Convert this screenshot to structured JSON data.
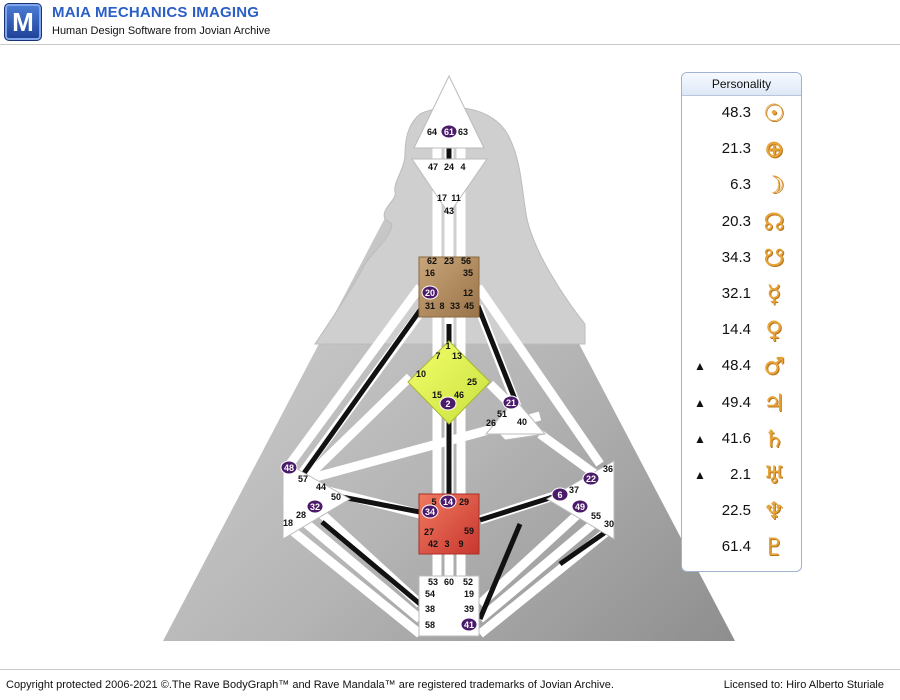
{
  "header": {
    "logo_letter": "M",
    "title": "MAIA MECHANICS IMAGING",
    "subtitle": "Human Design Software from Jovian Archive"
  },
  "footer": {
    "copyright": "Copyright protected 2006-2021 ©.The Rave BodyGraph™ and Rave Mandala™ are registered trademarks of Jovian Archive.",
    "license": "Licensed to: Hiro Alberto Sturiale"
  },
  "personality": {
    "title": "Personality",
    "rows": [
      {
        "value": "48.3",
        "marker": "",
        "glyph": "☉",
        "icon": "sun-icon"
      },
      {
        "value": "21.3",
        "marker": "",
        "glyph": "⊕",
        "icon": "earth-icon"
      },
      {
        "value": "6.3",
        "marker": "",
        "glyph": "☽",
        "icon": "moon-icon"
      },
      {
        "value": "20.3",
        "marker": "",
        "glyph": "☊",
        "icon": "north-node-icon"
      },
      {
        "value": "34.3",
        "marker": "",
        "glyph": "☋",
        "icon": "south-node-icon"
      },
      {
        "value": "32.1",
        "marker": "",
        "glyph": "☿",
        "icon": "mercury-icon"
      },
      {
        "value": "14.4",
        "marker": "",
        "glyph": "♀",
        "icon": "venus-icon"
      },
      {
        "value": "48.4",
        "marker": "▲",
        "glyph": "♂",
        "icon": "mars-icon"
      },
      {
        "value": "49.4",
        "marker": "▲",
        "glyph": "♃",
        "icon": "jupiter-icon"
      },
      {
        "value": "41.6",
        "marker": "▲",
        "glyph": "♄",
        "icon": "saturn-icon"
      },
      {
        "value": "2.1",
        "marker": "▲",
        "glyph": "♅",
        "icon": "uranus-icon"
      },
      {
        "value": "22.5",
        "marker": "",
        "glyph": "♆",
        "icon": "neptune-icon"
      },
      {
        "value": "61.4",
        "marker": "",
        "glyph": "♇",
        "icon": "pluto-icon"
      }
    ]
  },
  "bodygraph": {
    "colors": {
      "head": "#ffffff",
      "ajna": "#ffffff",
      "throat": "#b08a5a",
      "g_center": "#dff04a",
      "ego": "#ffffff",
      "spleen": "#ffffff",
      "solar_plexus": "#ffffff",
      "sacral": "#e0564a",
      "root": "#ffffff",
      "active_gate": "#4b1a6b",
      "defined_channel": "#111111"
    },
    "gates": [
      {
        "n": "64",
        "active": false
      },
      {
        "n": "61",
        "active": true
      },
      {
        "n": "63",
        "active": false
      },
      {
        "n": "47",
        "active": false
      },
      {
        "n": "24",
        "active": false
      },
      {
        "n": "4",
        "active": false
      },
      {
        "n": "17",
        "active": false
      },
      {
        "n": "11",
        "active": false
      },
      {
        "n": "43",
        "active": false
      },
      {
        "n": "62",
        "active": false
      },
      {
        "n": "23",
        "active": false
      },
      {
        "n": "56",
        "active": false
      },
      {
        "n": "16",
        "active": false
      },
      {
        "n": "35",
        "active": false
      },
      {
        "n": "20",
        "active": true
      },
      {
        "n": "12",
        "active": false
      },
      {
        "n": "31",
        "active": false
      },
      {
        "n": "8",
        "active": false
      },
      {
        "n": "33",
        "active": false
      },
      {
        "n": "45",
        "active": false
      },
      {
        "n": "1",
        "active": false
      },
      {
        "n": "7",
        "active": false
      },
      {
        "n": "13",
        "active": false
      },
      {
        "n": "10",
        "active": false
      },
      {
        "n": "25",
        "active": false
      },
      {
        "n": "15",
        "active": false
      },
      {
        "n": "46",
        "active": false
      },
      {
        "n": "2",
        "active": true
      },
      {
        "n": "21",
        "active": true
      },
      {
        "n": "51",
        "active": false
      },
      {
        "n": "26",
        "active": false
      },
      {
        "n": "40",
        "active": false
      },
      {
        "n": "48",
        "active": true
      },
      {
        "n": "57",
        "active": false
      },
      {
        "n": "44",
        "active": false
      },
      {
        "n": "50",
        "active": false
      },
      {
        "n": "32",
        "active": true
      },
      {
        "n": "28",
        "active": false
      },
      {
        "n": "18",
        "active": false
      },
      {
        "n": "36",
        "active": false
      },
      {
        "n": "22",
        "active": true
      },
      {
        "n": "37",
        "active": false
      },
      {
        "n": "6",
        "active": true
      },
      {
        "n": "49",
        "active": true
      },
      {
        "n": "55",
        "active": false
      },
      {
        "n": "30",
        "active": false
      },
      {
        "n": "5",
        "active": false
      },
      {
        "n": "14",
        "active": true
      },
      {
        "n": "29",
        "active": false
      },
      {
        "n": "34",
        "active": true
      },
      {
        "n": "27",
        "active": false
      },
      {
        "n": "59",
        "active": false
      },
      {
        "n": "42",
        "active": false
      },
      {
        "n": "3",
        "active": false
      },
      {
        "n": "9",
        "active": false
      },
      {
        "n": "53",
        "active": false
      },
      {
        "n": "60",
        "active": false
      },
      {
        "n": "52",
        "active": false
      },
      {
        "n": "54",
        "active": false
      },
      {
        "n": "19",
        "active": false
      },
      {
        "n": "38",
        "active": false
      },
      {
        "n": "39",
        "active": false
      },
      {
        "n": "58",
        "active": false
      },
      {
        "n": "41",
        "active": true
      }
    ]
  }
}
